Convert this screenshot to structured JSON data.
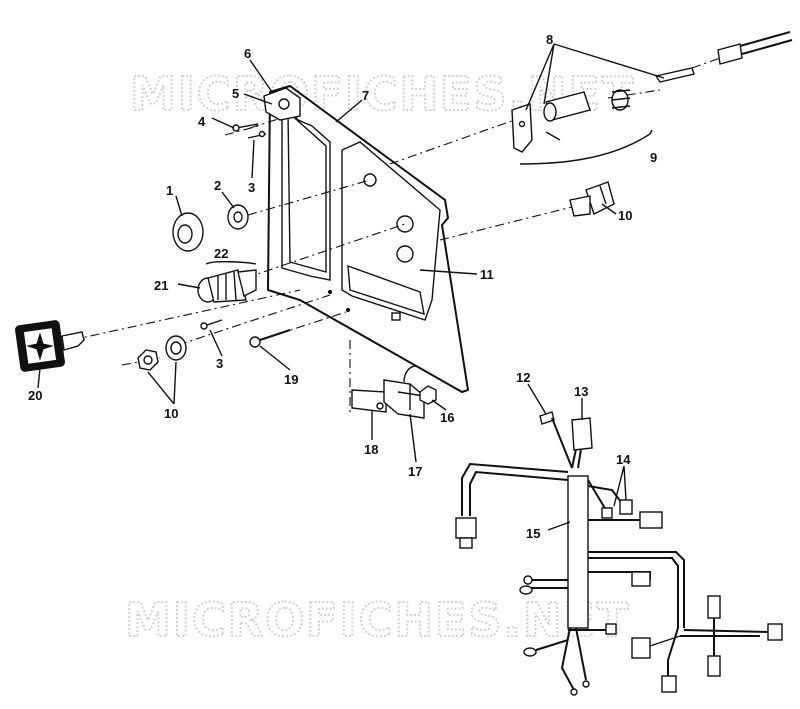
{
  "watermark": "MICROFICHES.NET",
  "callouts": {
    "c1": "1",
    "c2": "2",
    "c3a": "3",
    "c3b": "3",
    "c4": "4",
    "c5": "5",
    "c6": "6",
    "c7": "7",
    "c8": "8",
    "c9": "9",
    "c10a": "10",
    "c10b": "10",
    "c11": "11",
    "c12": "12",
    "c13": "13",
    "c14": "14",
    "c15": "15",
    "c16": "16",
    "c17": "17",
    "c18": "18",
    "c19": "19",
    "c20": "20",
    "c21": "21",
    "c22": "22"
  }
}
